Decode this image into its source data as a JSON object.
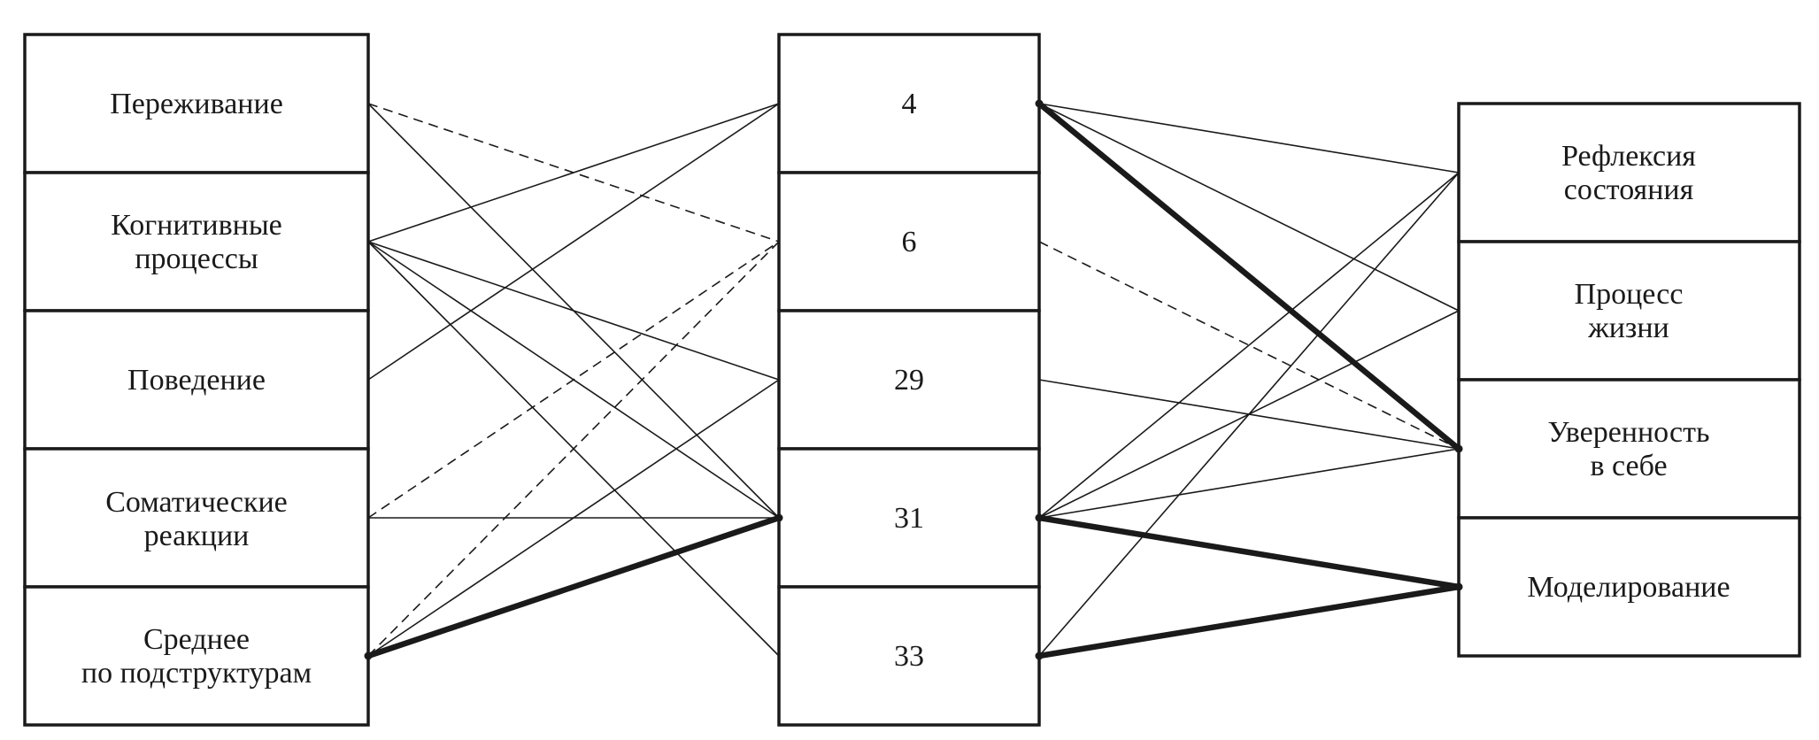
{
  "left_column": [
    {
      "id": "L1",
      "lines": [
        "Переживание"
      ]
    },
    {
      "id": "L2",
      "lines": [
        "Когнитивные",
        "процессы"
      ]
    },
    {
      "id": "L3",
      "lines": [
        "Поведение"
      ]
    },
    {
      "id": "L4",
      "lines": [
        "Соматические",
        "реакции"
      ]
    },
    {
      "id": "L5",
      "lines": [
        "Среднее",
        "по подструктурам"
      ]
    }
  ],
  "middle_column": [
    {
      "id": "M4",
      "label": "4"
    },
    {
      "id": "M6",
      "label": "6"
    },
    {
      "id": "M29",
      "label": "29"
    },
    {
      "id": "M31",
      "label": "31"
    },
    {
      "id": "M33",
      "label": "33"
    }
  ],
  "right_column": [
    {
      "id": "R1",
      "lines": [
        "Рефлексия",
        "состояния"
      ]
    },
    {
      "id": "R2",
      "lines": [
        "Процесс",
        "жизни"
      ]
    },
    {
      "id": "R3",
      "lines": [
        "Уверенность",
        "в себе"
      ]
    },
    {
      "id": "R4",
      "lines": [
        "Моделирование"
      ]
    }
  ],
  "connections": [
    {
      "from": "L1",
      "to": "M6",
      "style": "dashed"
    },
    {
      "from": "L1",
      "to": "M31",
      "style": "thin"
    },
    {
      "from": "L2",
      "to": "M4",
      "style": "thin"
    },
    {
      "from": "L2",
      "to": "M29",
      "style": "thin"
    },
    {
      "from": "L2",
      "to": "M31",
      "style": "thin"
    },
    {
      "from": "L2",
      "to": "M33",
      "style": "thin"
    },
    {
      "from": "L3",
      "to": "M4",
      "style": "thin"
    },
    {
      "from": "L4",
      "to": "M6",
      "style": "dashed"
    },
    {
      "from": "L4",
      "to": "M31",
      "style": "thin"
    },
    {
      "from": "L5",
      "to": "M6",
      "style": "dashed"
    },
    {
      "from": "L5",
      "to": "M29",
      "style": "thin"
    },
    {
      "from": "L5",
      "to": "M31",
      "style": "bold"
    },
    {
      "from": "M4",
      "to": "R1",
      "style": "thin"
    },
    {
      "from": "M4",
      "to": "R2",
      "style": "thin"
    },
    {
      "from": "M4",
      "to": "R3",
      "style": "bold"
    },
    {
      "from": "M6",
      "to": "R3",
      "style": "dashed"
    },
    {
      "from": "M29",
      "to": "R3",
      "style": "thin"
    },
    {
      "from": "M31",
      "to": "R1",
      "style": "thin"
    },
    {
      "from": "M31",
      "to": "R2",
      "style": "thin"
    },
    {
      "from": "M31",
      "to": "R3",
      "style": "thin"
    },
    {
      "from": "M31",
      "to": "R4",
      "style": "bold"
    },
    {
      "from": "M33",
      "to": "R1",
      "style": "thin"
    },
    {
      "from": "M33",
      "to": "R4",
      "style": "bold"
    }
  ]
}
